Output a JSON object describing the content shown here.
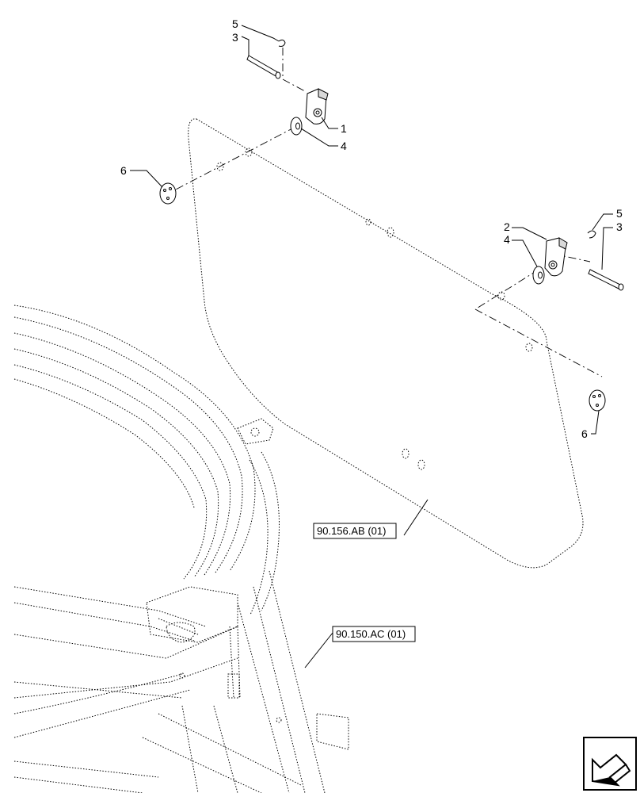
{
  "diagram": {
    "callouts": {
      "c1": "1",
      "c2": "2",
      "c3_top": "3",
      "c3_right": "3",
      "c4_top": "4",
      "c4_right": "4",
      "c5_top": "5",
      "c5_right": "5",
      "c6_left": "6",
      "c6_right": "6"
    },
    "references": {
      "panel_ref": "90.156.AB (01)",
      "frame_ref": "90.150.AC (01)"
    },
    "nav_icon": "arrow-pointer-icon"
  }
}
